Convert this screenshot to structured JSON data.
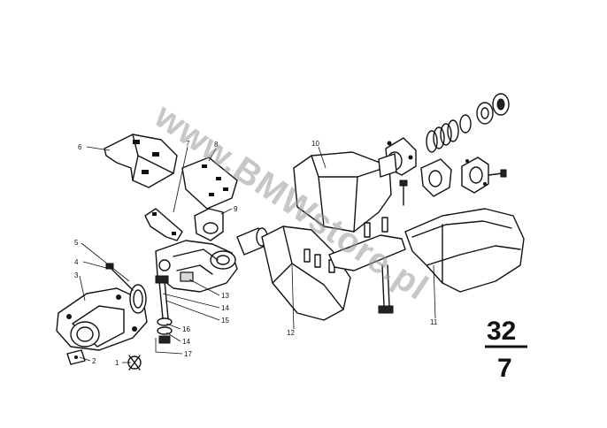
{
  "diagram": {
    "page_number_top": "32",
    "page_number_bottom": "7",
    "watermark": "www.BMWstore.pl",
    "part_labels": {
      "p1": "1",
      "p2": "2",
      "p3": "3",
      "p4": "4",
      "p5": "5",
      "p6": "6",
      "p7": "7",
      "p8": "8",
      "p9": "9",
      "p10": "10",
      "p11": "11",
      "p12": "12",
      "p13": "13",
      "p14a": "14",
      "p14b": "14",
      "p15": "15",
      "p16": "16",
      "p17": "17"
    },
    "colors": {
      "ink": "#111111",
      "paper": "#ffffff",
      "watermark": "#9a9a9a"
    }
  }
}
